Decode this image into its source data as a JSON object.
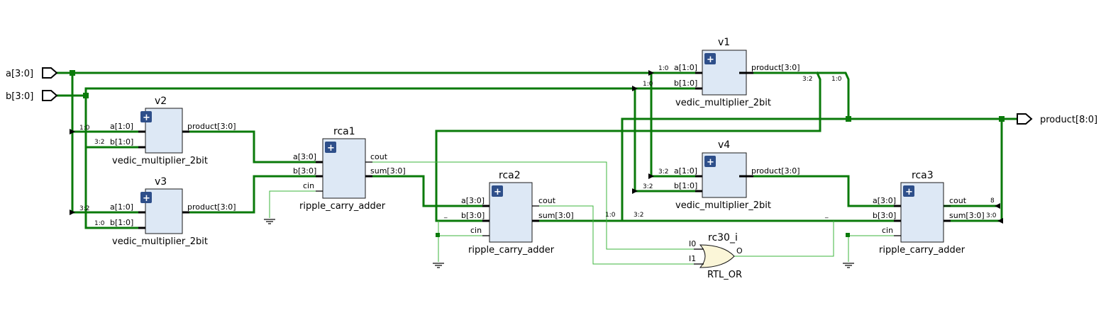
{
  "ports": {
    "a": "a[3:0]",
    "b": "b[3:0]",
    "product": "product[8:0]"
  },
  "multipliers": [
    {
      "inst": "v2",
      "cell": "vedic_multiplier_2bit",
      "pin_a": "a[1:0]",
      "pin_b": "b[1:0]",
      "pin_out": "product[3:0]"
    },
    {
      "inst": "v3",
      "cell": "vedic_multiplier_2bit",
      "pin_a": "a[1:0]",
      "pin_b": "b[1:0]",
      "pin_out": "product[3:0]"
    },
    {
      "inst": "v1",
      "cell": "vedic_multiplier_2bit",
      "pin_a": "a[1:0]",
      "pin_b": "b[1:0]",
      "pin_out": "product[3:0]"
    },
    {
      "inst": "v4",
      "cell": "vedic_multiplier_2bit",
      "pin_a": "a[1:0]",
      "pin_b": "b[1:0]",
      "pin_out": "product[3:0]"
    }
  ],
  "adders": [
    {
      "inst": "rca1",
      "cell": "ripple_carry_adder",
      "pin_a": "a[3:0]",
      "pin_b": "b[3:0]",
      "pin_cin": "cin",
      "pin_cout": "cout",
      "pin_sum": "sum[3:0]"
    },
    {
      "inst": "rca2",
      "cell": "ripple_carry_adder",
      "pin_a": "a[3:0]",
      "pin_b": "b[3:0]",
      "pin_cin": "cin",
      "pin_cout": "cout",
      "pin_sum": "sum[3:0]"
    },
    {
      "inst": "rca3",
      "cell": "ripple_carry_adder",
      "pin_a": "a[3:0]",
      "pin_b": "b[3:0]",
      "pin_cin": "cin",
      "pin_cout": "cout",
      "pin_sum": "sum[3:0]"
    }
  ],
  "gate": {
    "inst": "rc30_i",
    "cell": "RTL_OR",
    "in0": "I0",
    "in1": "I1",
    "out": "O"
  },
  "slices": {
    "v2_a": "1:0",
    "v2_b": "3:2",
    "v3_a": "3:2",
    "v3_b": "1:0",
    "v1_a": "1:0",
    "v1_b": "1:0",
    "v4_a": "3:2",
    "v4_b": "3:2",
    "v1_prod_hi": "3:2",
    "v1_prod_lo": "1:0",
    "rca2_b_concat": "_",
    "rca2_sum_lo": "1:0",
    "rca2_sum_hi": "3:2",
    "rca3_b_concat": "_",
    "rca3_cout": "8",
    "rca3_sum": "3:0"
  },
  "badge_symbol": "+",
  "colors": {
    "bus": "#0a7a0a",
    "net": "#3cb43c",
    "block": "#dde8f5",
    "badge": "#2e4f8a",
    "gate": "#fbf6d8"
  }
}
